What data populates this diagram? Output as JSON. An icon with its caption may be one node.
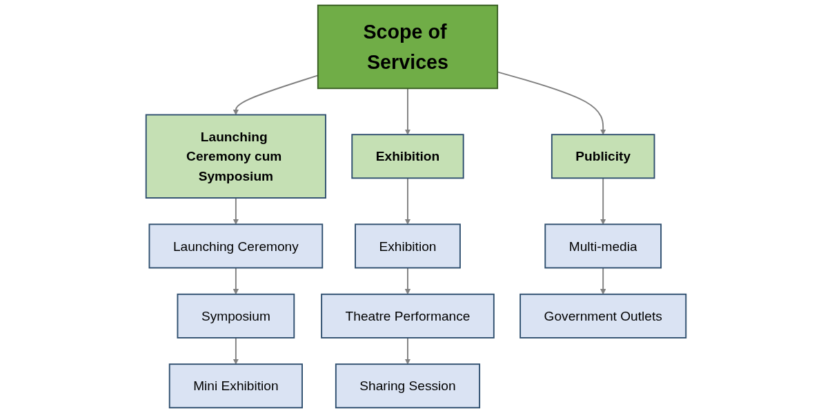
{
  "diagram": {
    "nodes": [
      {
        "text": [
          "Scope of Services"
        ]
      },
      {
        "text": [
          "Launching Ceremony cum Symposium"
        ]
      },
      {
        "text": [
          "Exhibition"
        ]
      },
      {
        "text": [
          "Publicity"
        ]
      },
      {
        "text": [
          "Launching Ceremony"
        ]
      },
      {
        "text": [
          "Symposium"
        ]
      },
      {
        "text": [
          "Mini Exhibition"
        ]
      },
      {
        "text": [
          "Exhibition"
        ]
      },
      {
        "text": [
          "Theatre Performance"
        ]
      },
      {
        "text": [
          "Sharing Session"
        ]
      },
      {
        "text": [
          "Multi-media"
        ]
      },
      {
        "text": [
          "Government Outlets"
        ]
      }
    ],
    "edges": [
      {
        "from": 0,
        "to": 1,
        "arrow": "to"
      },
      {
        "from": 0,
        "to": 2,
        "arrow": "to"
      },
      {
        "from": 0,
        "to": 3,
        "arrow": "to"
      },
      {
        "from": 1,
        "to": 4,
        "arrow": "to"
      },
      {
        "from": 4,
        "to": 5,
        "arrow": "to"
      },
      {
        "from": 5,
        "to": 6,
        "arrow": "to"
      },
      {
        "from": 2,
        "to": 7,
        "arrow": "to"
      },
      {
        "from": 7,
        "to": 8,
        "arrow": "to"
      },
      {
        "from": 8,
        "to": 9,
        "arrow": "to"
      },
      {
        "from": 3,
        "to": 10,
        "arrow": "to"
      },
      {
        "from": 10,
        "to": 11,
        "arrow": "to"
      }
    ]
  }
}
